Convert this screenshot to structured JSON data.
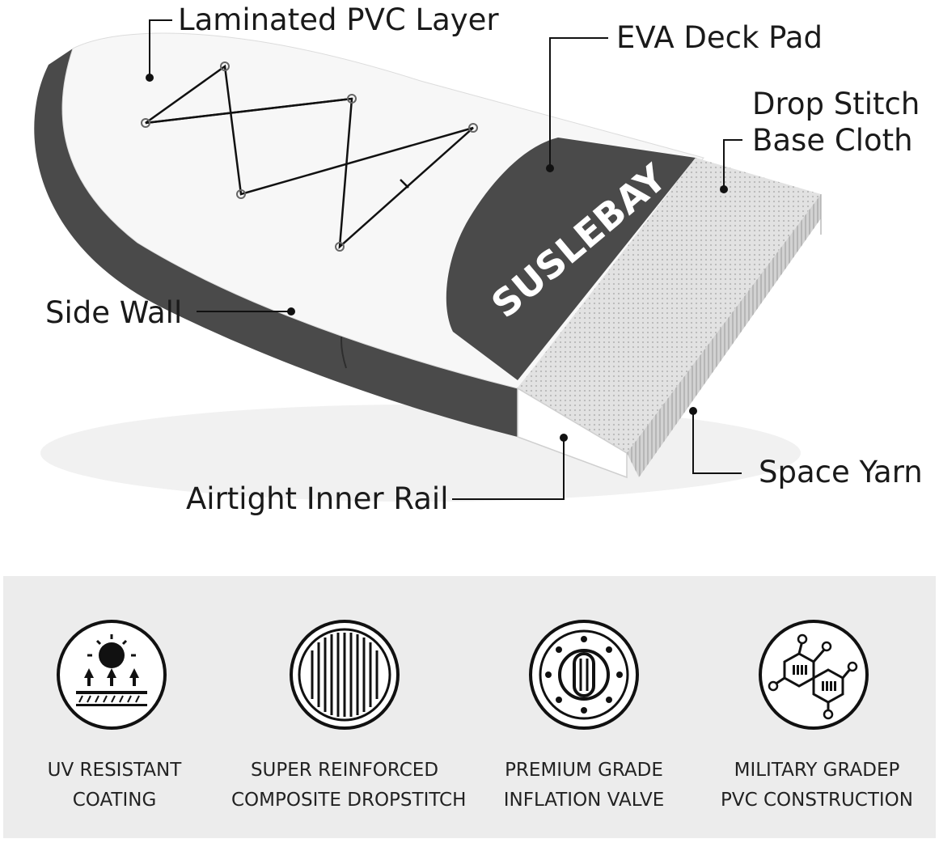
{
  "brand": "SUSLEBAY",
  "callouts": {
    "laminated_pvc": "Laminated PVC Layer",
    "eva_deck_pad": "EVA Deck Pad",
    "drop_stitch_line1": "Drop Stitch",
    "drop_stitch_line2": "Base Cloth",
    "side_wall": "Side Wall",
    "airtight_rail": "Airtight Inner Rail",
    "space_yarn": "Space Yarn"
  },
  "features": [
    {
      "icon": "uv-sun-icon",
      "line1": "UV RESISTANT",
      "line2": "COATING"
    },
    {
      "icon": "dropstitch-icon",
      "line1": "SUPER REINFORCED",
      "line2": "COMPOSITE DROPSTITCH"
    },
    {
      "icon": "valve-icon",
      "line1": "PREMIUM GRADE",
      "line2": "INFLATION VALVE"
    },
    {
      "icon": "molecule-icon",
      "line1": "MILITARY GRADEP",
      "line2": "PVC CONSTRUCTION"
    }
  ],
  "colors": {
    "board_dark": "#4a4a4a",
    "deck_white": "#f7f7f7",
    "panel_bg": "#ececec"
  }
}
